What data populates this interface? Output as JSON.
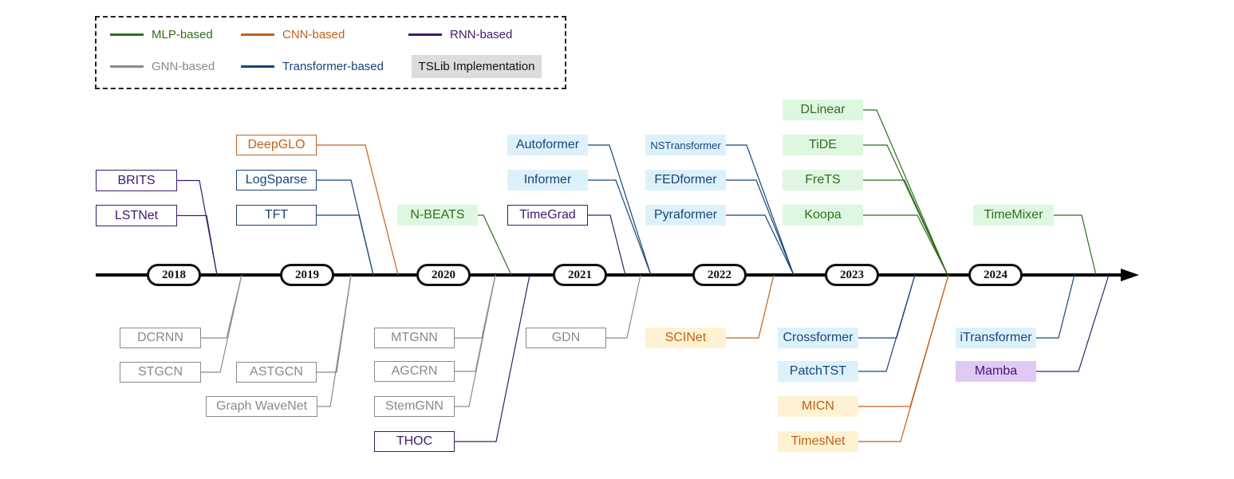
{
  "colors": {
    "mlp": "#2f6e1f",
    "cnn": "#c0611b",
    "rnn": "#3e1a6e",
    "gnn": "#8a8a8a",
    "transformer": "#16457a",
    "fill_mlp": "#dff7e1",
    "fill_cnn": "#fff2d2",
    "fill_rnn": "#e1c9f6",
    "fill_transformer": "#ddf1fb",
    "tslib_legend": "#dcdcdc"
  },
  "legend": {
    "items": [
      {
        "label": "MLP-based",
        "color_key": "mlp"
      },
      {
        "label": "CNN-based",
        "color_key": "cnn"
      },
      {
        "label": "RNN-based",
        "color_key": "rnn"
      },
      {
        "label": "GNN-based",
        "color_key": "gnn"
      },
      {
        "label": "Transformer-based",
        "color_key": "transformer"
      }
    ],
    "tslib_label": "TSLib Implementation"
  },
  "years": [
    "2018",
    "2019",
    "2020",
    "2021",
    "2022",
    "2023",
    "2024"
  ],
  "models": [
    {
      "name": "BRITS",
      "family": "rnn",
      "tslib": false
    },
    {
      "name": "LSTNet",
      "family": "rnn",
      "tslib": false
    },
    {
      "name": "DCRNN",
      "family": "gnn",
      "tslib": false
    },
    {
      "name": "STGCN",
      "family": "gnn",
      "tslib": false
    },
    {
      "name": "DeepGLO",
      "family": "cnn",
      "tslib": false
    },
    {
      "name": "LogSparse",
      "family": "transformer",
      "tslib": false
    },
    {
      "name": "TFT",
      "family": "transformer",
      "tslib": false
    },
    {
      "name": "ASTGCN",
      "family": "gnn",
      "tslib": false
    },
    {
      "name": "Graph WaveNet",
      "family": "gnn",
      "tslib": false
    },
    {
      "name": "N-BEATS",
      "family": "mlp",
      "tslib": true
    },
    {
      "name": "MTGNN",
      "family": "gnn",
      "tslib": false
    },
    {
      "name": "AGCRN",
      "family": "gnn",
      "tslib": false
    },
    {
      "name": "StemGNN",
      "family": "gnn",
      "tslib": false
    },
    {
      "name": "THOC",
      "family": "rnn",
      "tslib": false
    },
    {
      "name": "Autoformer",
      "family": "transformer",
      "tslib": true
    },
    {
      "name": "Informer",
      "family": "transformer",
      "tslib": true
    },
    {
      "name": "TimeGrad",
      "family": "rnn",
      "tslib": false
    },
    {
      "name": "GDN",
      "family": "gnn",
      "tslib": false
    },
    {
      "name": "NSTransformer",
      "family": "transformer",
      "tslib": true
    },
    {
      "name": "FEDformer",
      "family": "transformer",
      "tslib": true
    },
    {
      "name": "Pyraformer",
      "family": "transformer",
      "tslib": true
    },
    {
      "name": "SCINet",
      "family": "cnn",
      "tslib": true
    },
    {
      "name": "DLinear",
      "family": "mlp",
      "tslib": true
    },
    {
      "name": "TiDE",
      "family": "mlp",
      "tslib": true
    },
    {
      "name": "FreTS",
      "family": "mlp",
      "tslib": true
    },
    {
      "name": "Koopa",
      "family": "mlp",
      "tslib": true
    },
    {
      "name": "Crossformer",
      "family": "transformer",
      "tslib": true
    },
    {
      "name": "PatchTST",
      "family": "transformer",
      "tslib": true
    },
    {
      "name": "MICN",
      "family": "cnn",
      "tslib": true
    },
    {
      "name": "TimesNet",
      "family": "cnn",
      "tslib": true
    },
    {
      "name": "TimeMixer",
      "family": "mlp",
      "tslib": true
    },
    {
      "name": "iTransformer",
      "family": "transformer",
      "tslib": true
    },
    {
      "name": "Mamba",
      "family": "rnn",
      "tslib": true
    }
  ]
}
